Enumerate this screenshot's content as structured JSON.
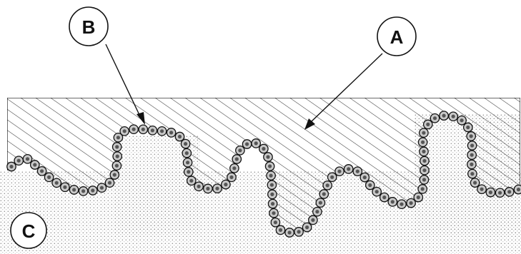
{
  "diagram": {
    "labels": {
      "a": "A",
      "b": "B",
      "c": "C"
    },
    "colors": {
      "background": "#ffffff",
      "outline": "#111111",
      "hatch": "#3a3a3a",
      "stipple": "#8a8a8a",
      "particle_fill": "#c9c9c9",
      "particle_core": "#555555"
    }
  }
}
